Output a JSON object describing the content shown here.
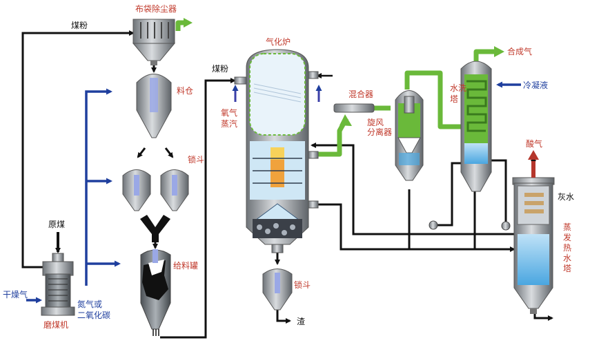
{
  "colors": {
    "label_red": "#c0392b",
    "label_blue": "#1f3f9e",
    "label_black": "#111111",
    "pipe_black": "#111111",
    "pipe_blue": "#1f3f9e",
    "pipe_green": "#6ab93a",
    "vessel_gray": "#9aa0a6",
    "vessel_inner": "#9aa8e6",
    "acid_red": "#b5362c"
  },
  "labels": {
    "bag_filter": "布袋除尘器",
    "coal_powder_top": "煤粉",
    "coal_bin": "料仓",
    "lock_hopper_1": "锁斗",
    "feed_tank": "给料罐",
    "raw_coal": "原煤",
    "dry_gas": "干燥气",
    "mill": "磨煤机",
    "nitrogen_co2": "氮气或\n二氧化碳",
    "gasifier": "气化炉",
    "coal_powder_in": "煤粉",
    "oxygen_steam": "氧气\n蒸汽",
    "lock_hopper_2": "锁斗",
    "slag": "渣",
    "mixer": "混合器",
    "cyclone": "旋风\n分离器",
    "water_wash_tower": "水洗\n塔",
    "syngas": "合成气",
    "condensate": "冷凝液",
    "acid_gas": "酸气",
    "grey_water": "灰水",
    "evap_tower": "蒸\n发\n热\n水\n塔"
  }
}
